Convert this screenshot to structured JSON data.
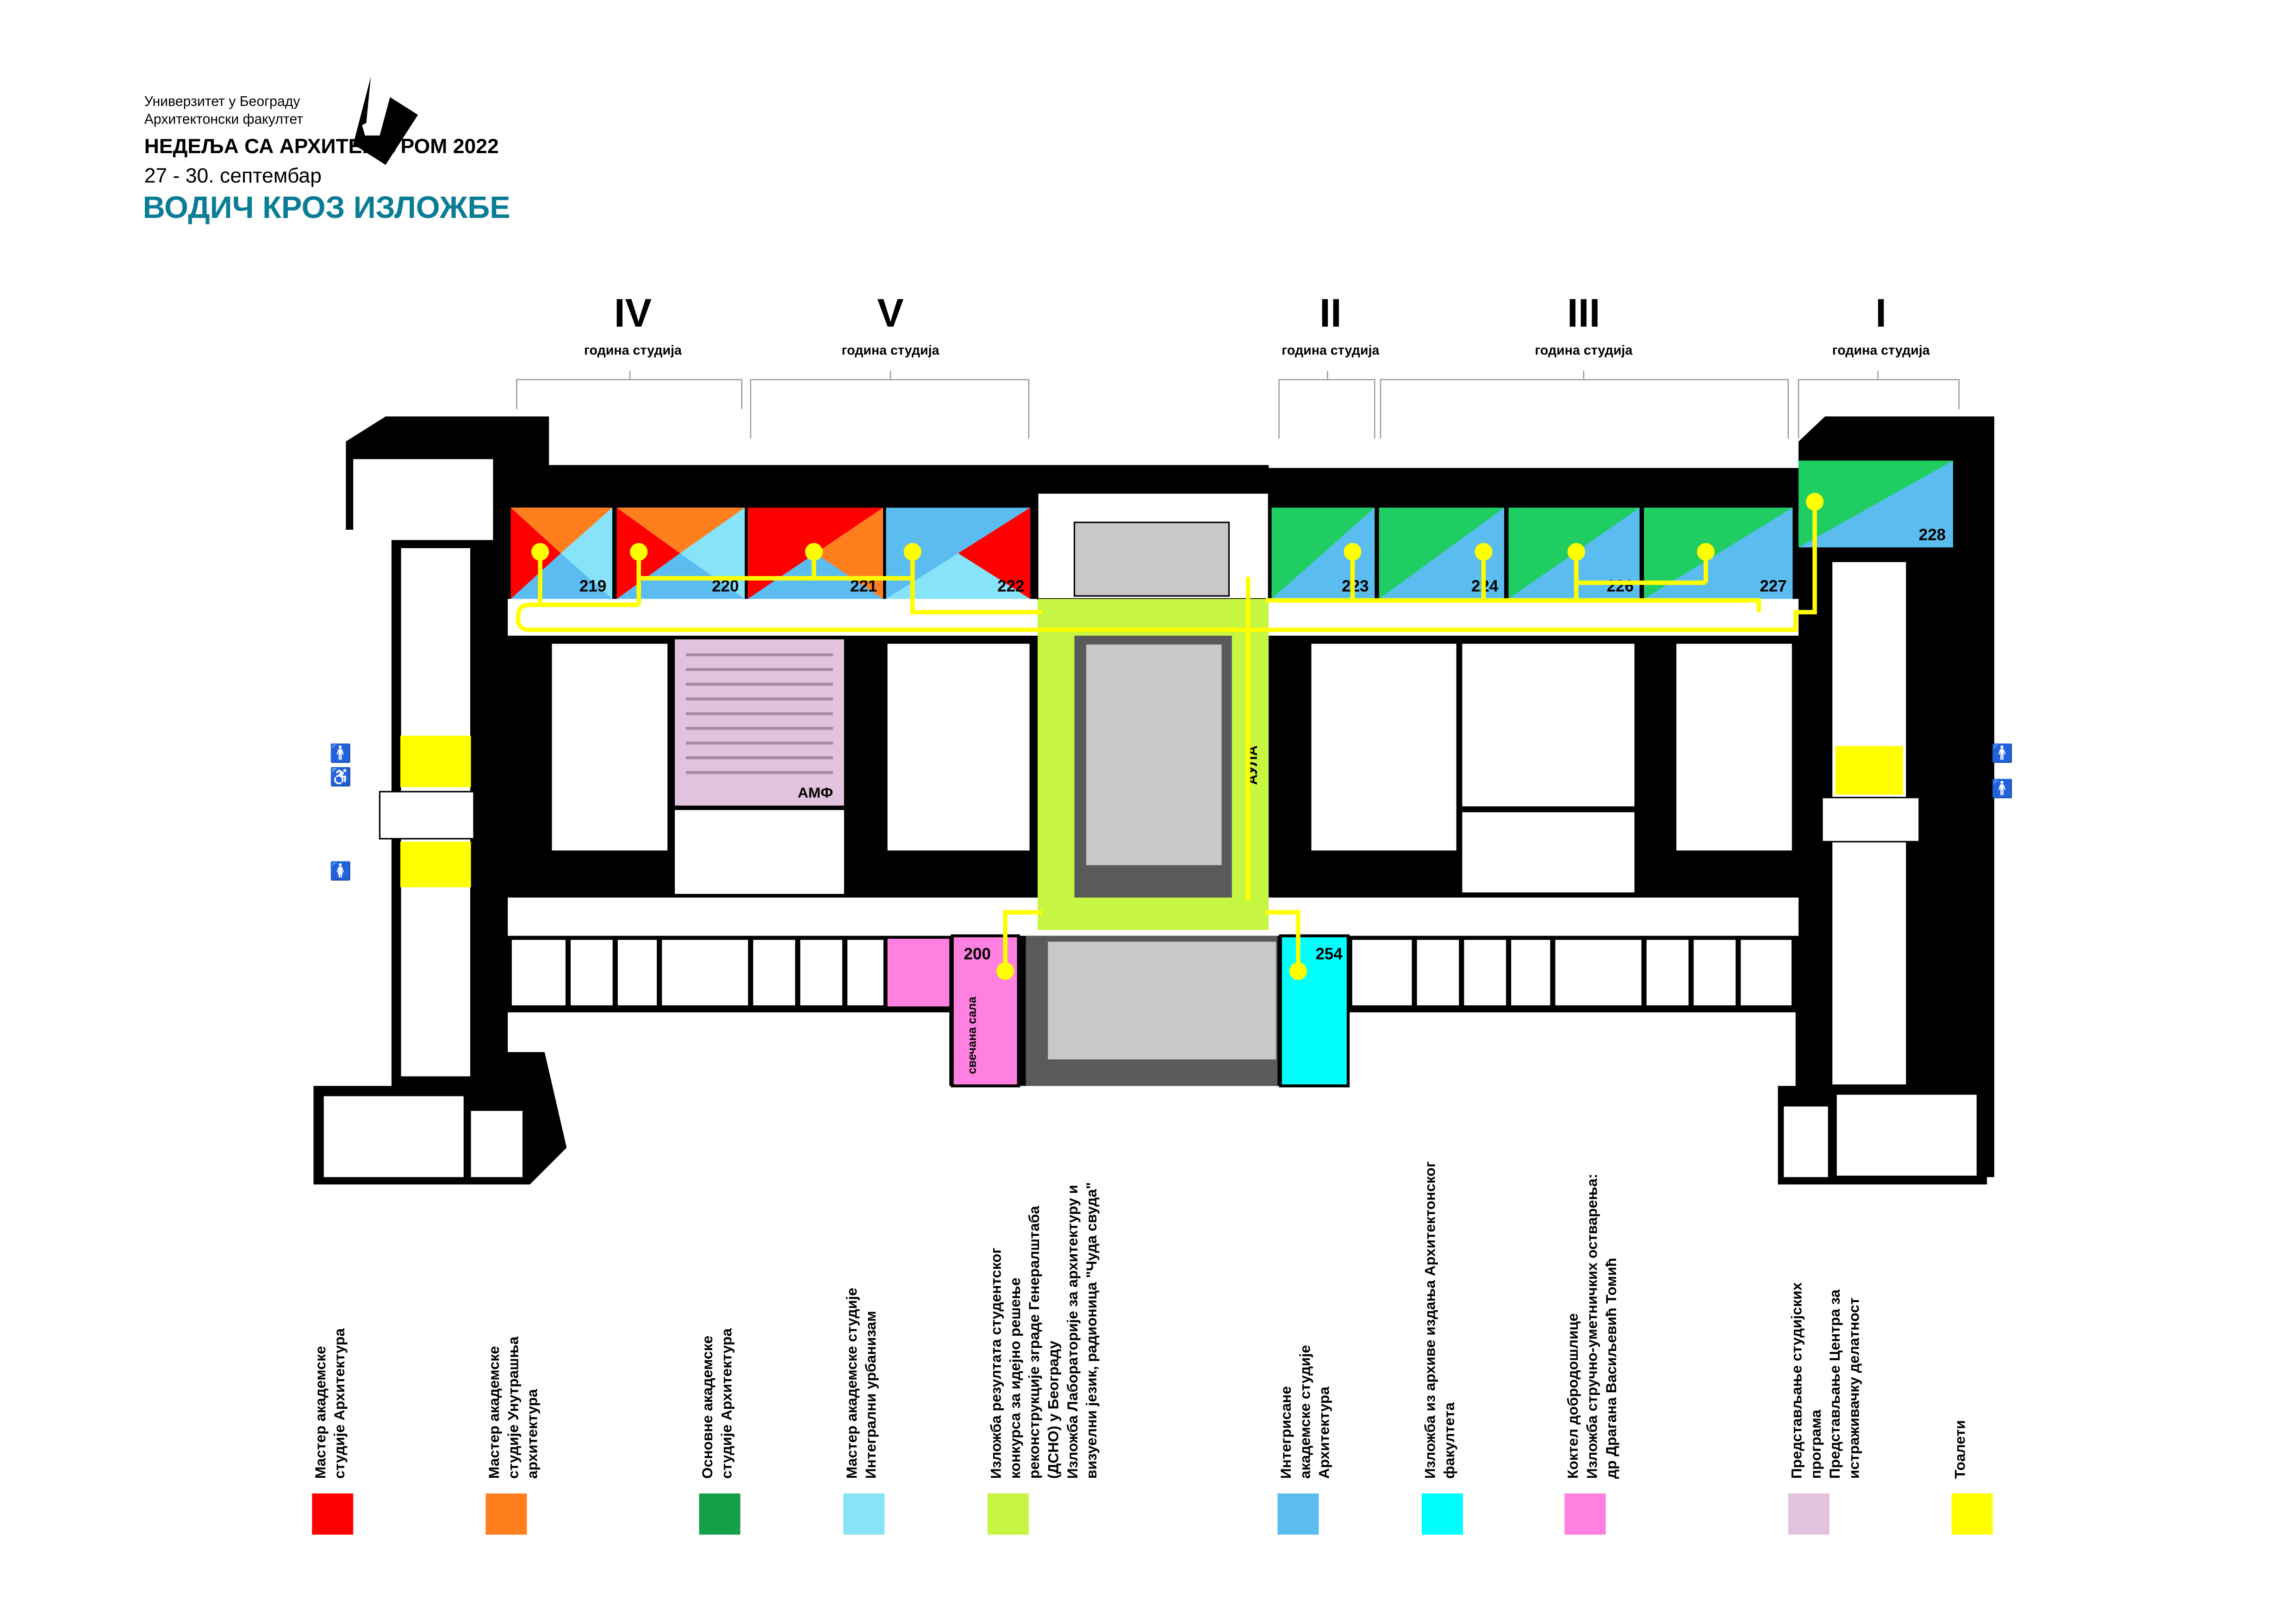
{
  "header": {
    "university": "Универзитет у Београду",
    "faculty": "Архитектонски факултет",
    "event": "НЕДЕЉА СА АРХИТЕКТУРОМ 2022",
    "dates": "27 - 30. септембар",
    "title": "ВОДИЧ КРОЗ ИЗЛОЖБЕ",
    "title_color": "#0a7d96"
  },
  "years": [
    {
      "numeral": "IV",
      "label": "година студија"
    },
    {
      "numeral": "V",
      "label": "година студија"
    },
    {
      "numeral": "II",
      "label": "година студија"
    },
    {
      "numeral": "III",
      "label": "година студија"
    },
    {
      "numeral": "I",
      "label": "година студија"
    }
  ],
  "rooms": {
    "r219": "219",
    "r220": "220",
    "r221": "221",
    "r222": "222",
    "r223": "223",
    "r224": "224",
    "r225": "226",
    "r227": "227",
    "r228": "228",
    "r200": "200",
    "r254": "254",
    "amf": "АМФ",
    "aula": "АУЛА",
    "ceremonial_hall": "свечана сала"
  },
  "colors": {
    "red": "#ff0000",
    "orange": "#ff7f1f",
    "green": "#15a049",
    "green_room": "#1fcd62",
    "light_blue": "#87e3f8",
    "lime": "#c6f542",
    "blue": "#5bbcf0",
    "cyan": "#00ffff",
    "pink": "#ff80e0",
    "lavender": "#e2c2dd",
    "yellow": "#ffff00"
  },
  "legend": [
    {
      "lines": [
        "Мастер академске",
        "студије Архитектура"
      ],
      "color": "#ff0000"
    },
    {
      "lines": [
        "Мастер академске",
        "студије Унутрашња",
        "архитектура"
      ],
      "color": "#ff7f1f"
    },
    {
      "lines": [
        "Основне академске",
        "студије Архитектура"
      ],
      "color": "#15a049"
    },
    {
      "lines": [
        "Мастер академске студије",
        "Интегрални урбанизам"
      ],
      "color": "#87e3f8"
    },
    {
      "lines": [
        "Изложба резултата студентског",
        "конкурса за идејно решење",
        "реконструкције зграде Генералштаба",
        "(ДСНО) у Београду",
        "Изложба Лабораторије за архитектуру и",
        "визуелни језик, радионица \"Чуда свуда\""
      ],
      "color": "#c6f542"
    },
    {
      "lines": [
        "Интегрисане",
        "академске студије",
        "Архитектура"
      ],
      "color": "#5bbcf0"
    },
    {
      "lines": [
        "Изложба из архиве издања Архитектонског",
        "факултета"
      ],
      "color": "#00ffff"
    },
    {
      "lines": [
        "Коктел добродошлице",
        "Изложба стручно-уметничких остварења:",
        "др Драгана Васиљевић Томић"
      ],
      "color": "#ff80e0"
    },
    {
      "lines": [
        "Представљање студијских",
        "програма",
        "Представљање Центра за",
        "истраживачку делатност"
      ],
      "color": "#e2c2dd"
    },
    {
      "lines": [
        "Тоалети"
      ],
      "color": "#ffff00"
    }
  ]
}
